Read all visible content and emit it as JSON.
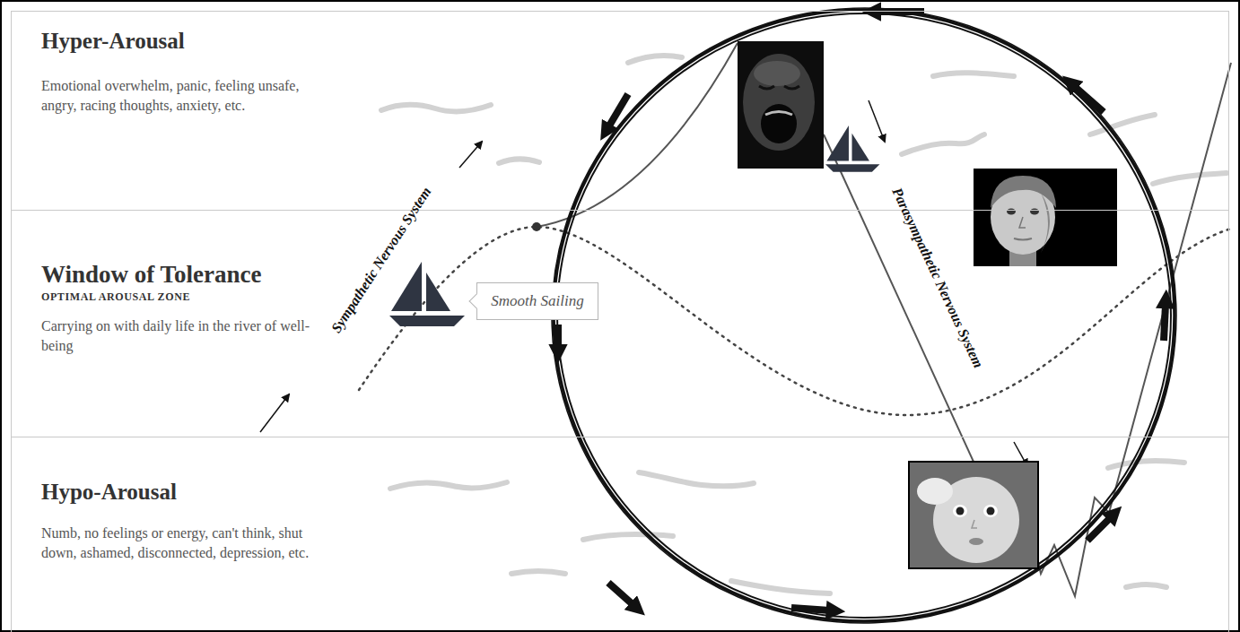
{
  "diagram": {
    "nodes": [
      {
        "text": [
          "Hyper-Arousal",
          "Emotional overwhelm, panic, feeling unsafe, angry, racing thoughts, anxiety, etc."
        ]
      },
      {
        "text": [
          "Window of Tolerance",
          "OPTIMAL AROUSAL ZONE",
          "Carrying on with daily life in the river of well-being"
        ]
      },
      {
        "text": [
          "Smooth Sailing"
        ],
        "in": 1
      },
      {
        "text": [
          "Hypo-Arousal",
          "Numb, no feelings or energy, can't think, shut down, ashamed, disconnected, depression, etc."
        ]
      }
    ],
    "labels": [
      "Sympathetic Nervous System",
      "Parasympathetic Nervous System"
    ]
  }
}
